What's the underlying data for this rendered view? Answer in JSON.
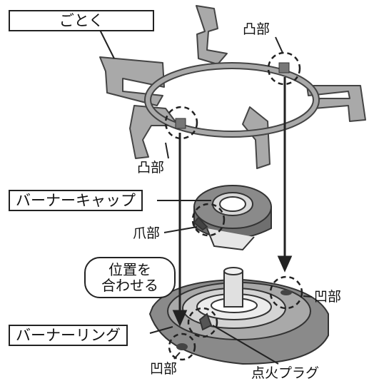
{
  "labels": {
    "gotoku": "ごとく",
    "top_knob_right": "凸部",
    "top_knob_left": "凸部",
    "burner_cap": "バーナーキャップ",
    "claw": "爪部",
    "align_line1": "位置を",
    "align_line2": "合わせる",
    "burner_ring": "バーナーリング",
    "recess_right": "凹部",
    "recess_bottom": "凹部",
    "spark_plug": "点火プラグ"
  },
  "colors": {
    "part_fill": "#a9a9a9",
    "part_dark": "#6f6f6f",
    "line": "#222222"
  }
}
